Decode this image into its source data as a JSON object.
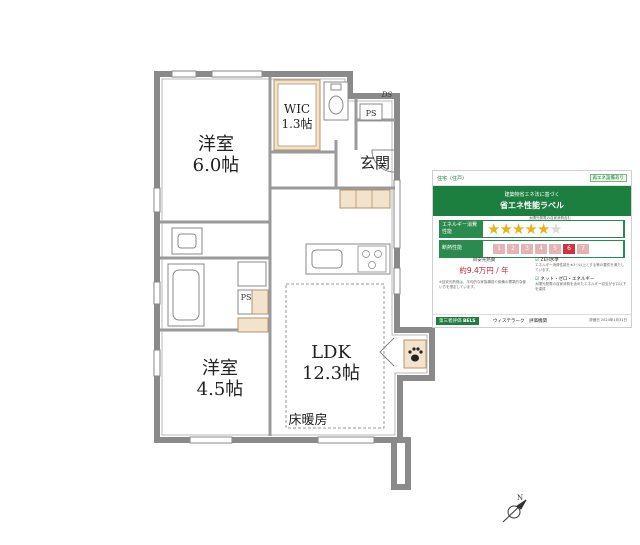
{
  "rooms": {
    "western_room_1": {
      "name": "洋室",
      "size": "6.0帖"
    },
    "wic": {
      "name": "WIC",
      "size": "1.3帖"
    },
    "entrance": "玄関",
    "western_room_2": {
      "name": "洋室",
      "size": "4.5帖"
    },
    "ldk": {
      "name": "LDK",
      "size": "12.3帖"
    },
    "floor_heating": "床暖房",
    "ps_1": "PS",
    "ps_2": "PS",
    "ds": "DS"
  },
  "compass": {
    "north": "N"
  },
  "energy_label": {
    "top_left": "住宅（住戸）",
    "top_right": "再エネ設備あり",
    "header_sub": "建築物省エネ法に基づく",
    "header_title": "省エネ性能ラベル",
    "row1_label": "エネルギー消費性能",
    "stars_total": 6,
    "stars_filled": 5,
    "star_scale_note": "太陽光発電の自家消費含む",
    "row2_label": "断熱性能",
    "insulation_levels": [
      "1",
      "2",
      "3",
      "4",
      "5",
      "6",
      "7"
    ],
    "insulation_level": 6,
    "cost_label": "目安光熱費",
    "cost_value": "約9.4万円 / 年",
    "cost_note": "※目安光熱費は、平均的な家族構成や設備の標準的な使い方を想定しています。",
    "zeh_title": "ZEH水準",
    "zeh_note": "エネルギー消費性能を★3つ以上とする等の要件を満たしています。",
    "net_zero_title": "ネット・ゼロ・エネルギー",
    "net_zero_note": "太陽光発電の自家消費を含めたエネルギー収支がゼロ以下を達成",
    "footer_eval": "第三者評価",
    "footer_bels": "BELS",
    "footer_org": "ウィステラーク　評価機関",
    "footer_date": "評価日 2024年1月31日"
  }
}
